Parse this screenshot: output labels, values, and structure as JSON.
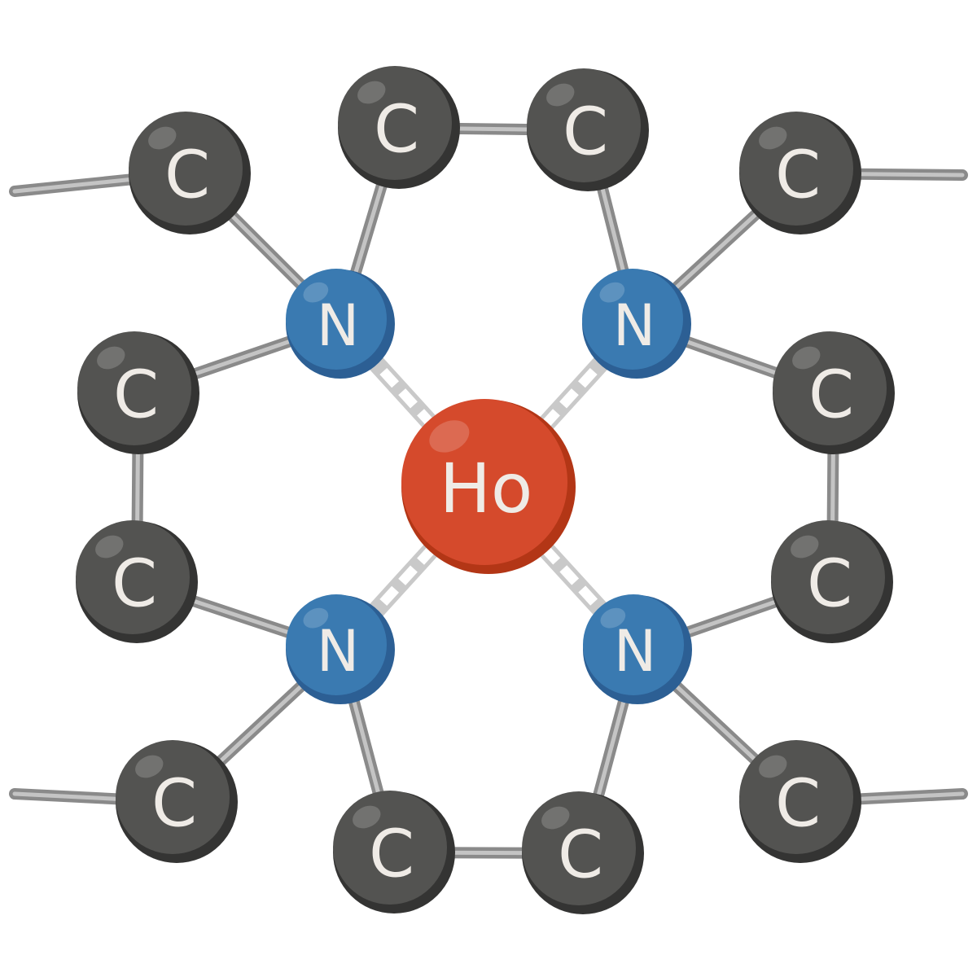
{
  "molecule": {
    "atoms": [
      {
        "id": "ho",
        "label": "Ho",
        "element": "holmium"
      },
      {
        "id": "n1",
        "label": "N",
        "element": "nitrogen"
      },
      {
        "id": "n2",
        "label": "N",
        "element": "nitrogen"
      },
      {
        "id": "n3",
        "label": "N",
        "element": "nitrogen"
      },
      {
        "id": "n4",
        "label": "N",
        "element": "nitrogen"
      },
      {
        "id": "c1",
        "label": "C",
        "element": "carbon"
      },
      {
        "id": "c2",
        "label": "C",
        "element": "carbon"
      },
      {
        "id": "c3",
        "label": "C",
        "element": "carbon"
      },
      {
        "id": "c4",
        "label": "C",
        "element": "carbon"
      },
      {
        "id": "c5",
        "label": "C",
        "element": "carbon"
      },
      {
        "id": "c6",
        "label": "C",
        "element": "carbon"
      },
      {
        "id": "c7",
        "label": "C",
        "element": "carbon"
      },
      {
        "id": "c8",
        "label": "C",
        "element": "carbon"
      },
      {
        "id": "c9",
        "label": "C",
        "element": "carbon"
      },
      {
        "id": "c10",
        "label": "C",
        "element": "carbon"
      },
      {
        "id": "c11",
        "label": "C",
        "element": "carbon"
      },
      {
        "id": "c12",
        "label": "C",
        "element": "carbon"
      }
    ],
    "bonds": [
      {
        "a": "c1",
        "b": "n1",
        "type": "single"
      },
      {
        "a": "c2",
        "b": "n1",
        "type": "single"
      },
      {
        "a": "c2",
        "b": "c3",
        "type": "single"
      },
      {
        "a": "c3",
        "b": "n2",
        "type": "single"
      },
      {
        "a": "c4",
        "b": "n2",
        "type": "single"
      },
      {
        "a": "n1",
        "b": "c5",
        "type": "single"
      },
      {
        "a": "n2",
        "b": "c6",
        "type": "single"
      },
      {
        "a": "c5",
        "b": "c7",
        "type": "single"
      },
      {
        "a": "c6",
        "b": "c8",
        "type": "single"
      },
      {
        "a": "c7",
        "b": "n3",
        "type": "single"
      },
      {
        "a": "c8",
        "b": "n4",
        "type": "single"
      },
      {
        "a": "n3",
        "b": "c9",
        "type": "single"
      },
      {
        "a": "n3",
        "b": "c10",
        "type": "single"
      },
      {
        "a": "c10",
        "b": "c11",
        "type": "single"
      },
      {
        "a": "c11",
        "b": "n4",
        "type": "single"
      },
      {
        "a": "n4",
        "b": "c12",
        "type": "single"
      },
      {
        "a": "ho",
        "b": "n1",
        "type": "coordination"
      },
      {
        "a": "ho",
        "b": "n2",
        "type": "coordination"
      },
      {
        "a": "ho",
        "b": "n3",
        "type": "coordination"
      },
      {
        "a": "ho",
        "b": "n4",
        "type": "coordination"
      },
      {
        "a": "c1",
        "b": "open",
        "type": "truncated"
      },
      {
        "a": "c4",
        "b": "open",
        "type": "truncated"
      },
      {
        "a": "c9",
        "b": "open",
        "type": "truncated"
      },
      {
        "a": "c12",
        "b": "open",
        "type": "truncated"
      }
    ],
    "colors": {
      "carbon": "#535351",
      "carbon_shadow": "#343433",
      "nitrogen": "#3a7ab1",
      "nitrogen_shadow": "#2c5f94",
      "holmium": "#d54a2c",
      "holmium_shadow": "#b33616",
      "bond": "#8a8a8a",
      "bond_highlight": "#c4c4c4"
    }
  }
}
